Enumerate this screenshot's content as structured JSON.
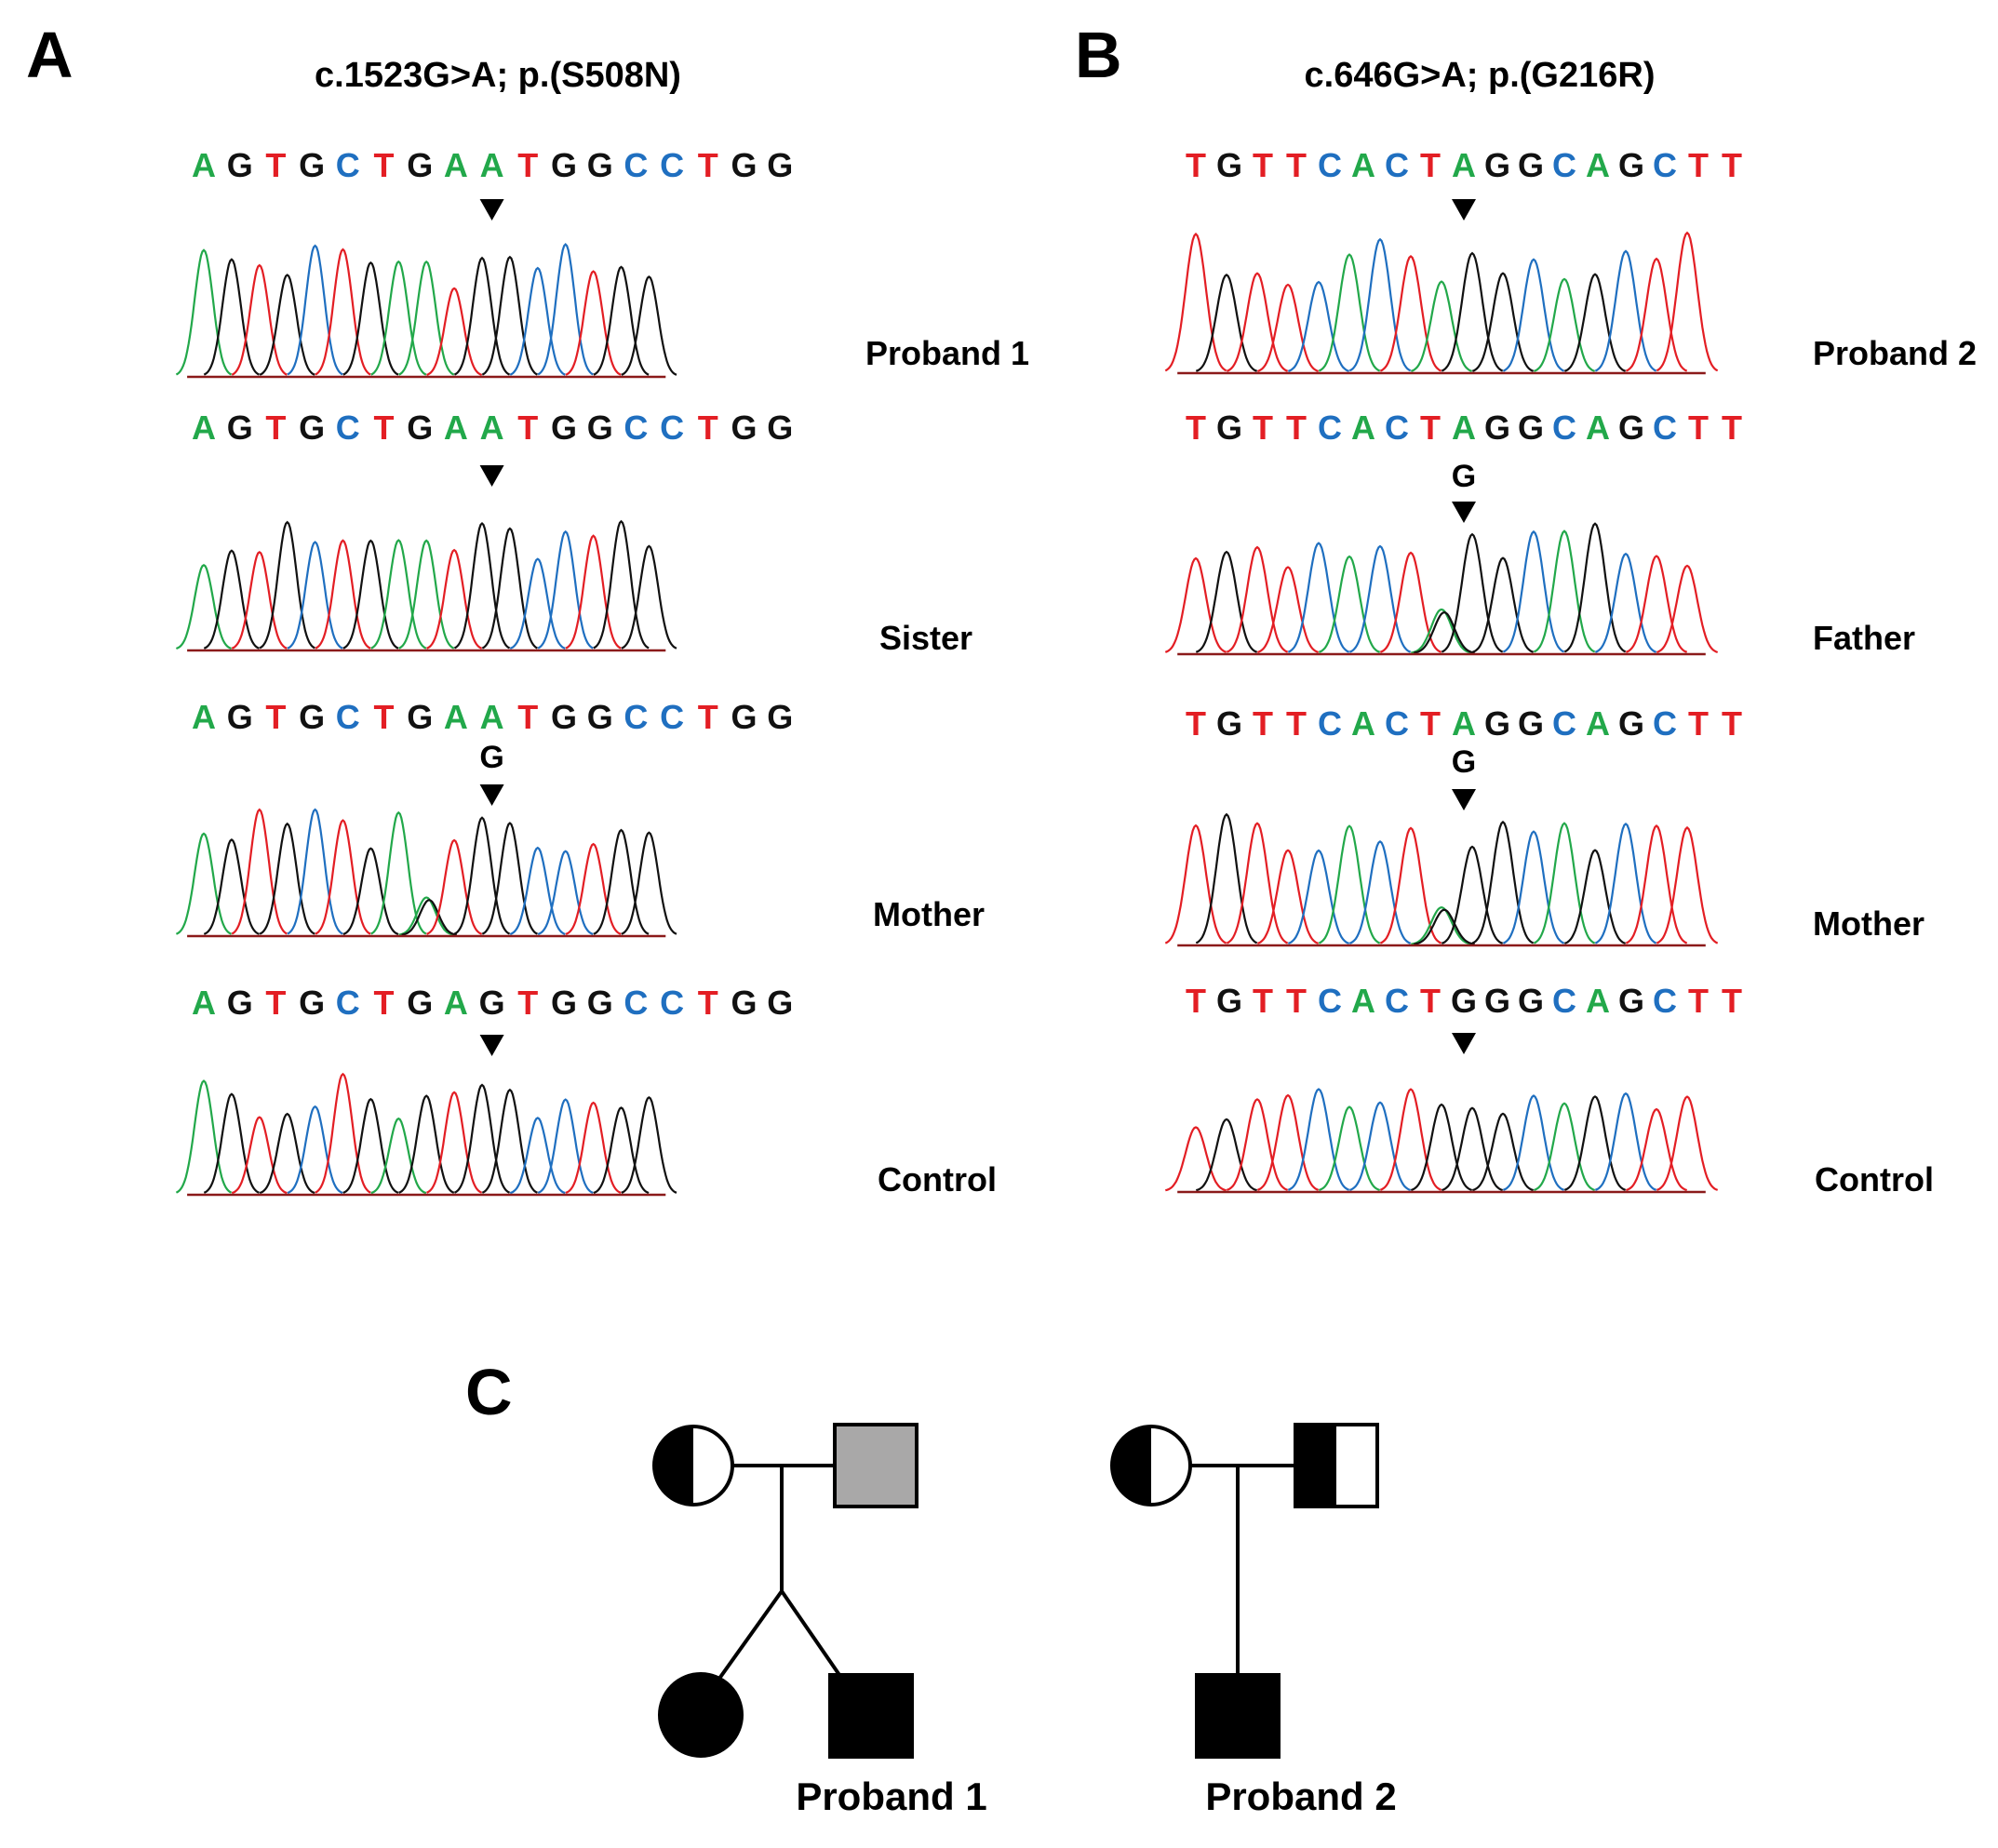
{
  "colors": {
    "A": "#22a84a",
    "G": "#111111",
    "T": "#e31e24",
    "C": "#1f6fc0",
    "grey": "#a9a8a8",
    "baseline": "#8b1a1a"
  },
  "panels": [
    {
      "letter": "A",
      "title": "c.1523G>A; p.(S508N)",
      "tracks": [
        {
          "label": "Proband 1",
          "bases": "AGTGCTGAATGGCCTGG",
          "alt": ""
        },
        {
          "label": "Sister",
          "bases": "AGTGCTGAATGGCCTGG",
          "alt": ""
        },
        {
          "label": "Mother",
          "bases": "AGTGCTGAATGGCCTGG",
          "alt": "G"
        },
        {
          "label": "Control",
          "bases": "AGTGCTGAGTGGCCTGG",
          "alt": ""
        }
      ]
    },
    {
      "letter": "B",
      "title": "c.646G>A; p.(G216R)",
      "tracks": [
        {
          "label": "Proband  2",
          "bases": "TGTTCACTAGGCAGCTT",
          "alt": ""
        },
        {
          "label": "Father",
          "bases": "TGTTCACTAGGCAGCTT",
          "alt": "G"
        },
        {
          "label": "Mother",
          "bases": "TGTTCACTAGGCAGCTT",
          "alt": "G"
        },
        {
          "label": "Control",
          "bases": "TGTTCACTGGGCAGCTT",
          "alt": ""
        }
      ]
    }
  ],
  "pedigree": {
    "letter": "C",
    "families": [
      {
        "mother": "carrier",
        "father": "uncertain",
        "children": [
          {
            "sex": "female",
            "status": "affected"
          },
          {
            "sex": "male",
            "status": "affected"
          }
        ],
        "proband_label": "Proband 1"
      },
      {
        "mother": "carrier",
        "father": "carrier",
        "children": [
          {
            "sex": "male",
            "status": "affected"
          }
        ],
        "proband_label": "Proband 2"
      }
    ]
  }
}
